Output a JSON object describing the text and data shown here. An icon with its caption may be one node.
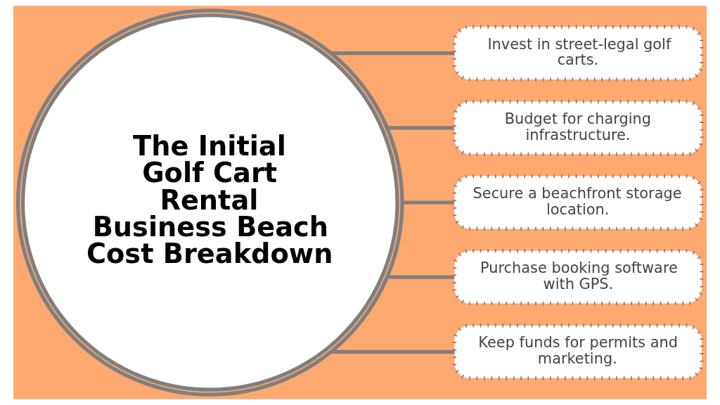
{
  "diagram": {
    "nodes": [
      {
        "text": [
          "The Initial Golf Cart Rental Business Beach Cost Breakdown"
        ]
      },
      {
        "text": [
          "Invest in street-legal golf carts."
        ]
      },
      {
        "text": [
          "Budget for charging infrastructure."
        ]
      },
      {
        "text": [
          "Secure a beachfront storage location."
        ]
      },
      {
        "text": [
          "Purchase booking software with GPS."
        ]
      },
      {
        "text": [
          "Keep funds for permits and marketing."
        ]
      }
    ],
    "edges": [
      {
        "from": 0,
        "to": 1,
        "arrow": "none"
      },
      {
        "from": 0,
        "to": 2,
        "arrow": "none"
      },
      {
        "from": 0,
        "to": 3,
        "arrow": "none"
      },
      {
        "from": 0,
        "to": 4,
        "arrow": "none"
      },
      {
        "from": 0,
        "to": 5,
        "arrow": "none"
      }
    ]
  }
}
